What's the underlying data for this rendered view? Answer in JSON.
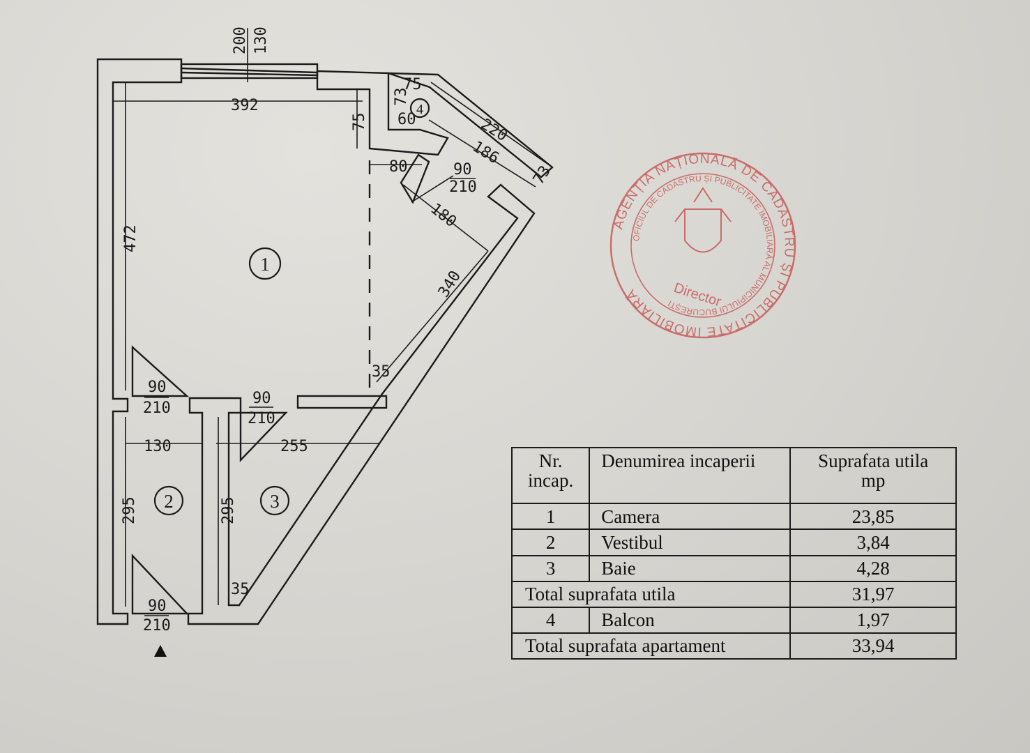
{
  "plan": {
    "window_fraction": {
      "num": "200",
      "den": "130"
    },
    "dimensions": {
      "d392": "392",
      "d75a": "75",
      "d75b": "75",
      "d73a": "73",
      "d60": "60",
      "d220": "220",
      "d186": "186",
      "d73b": "73",
      "d80": "80",
      "d180": "180",
      "d340": "340",
      "d472": "472",
      "d35a": "35",
      "d130": "130",
      "d255": "255",
      "d295a": "295",
      "d295b": "295",
      "d35b": "35"
    },
    "doors": {
      "balcony": {
        "num": "90",
        "den": "210"
      },
      "vestibule": {
        "num": "90",
        "den": "210"
      },
      "bath": {
        "num": "90",
        "den": "210"
      },
      "entrance": {
        "num": "90",
        "den": "210"
      }
    },
    "rooms": {
      "r1": "1",
      "r2": "2",
      "r3": "3",
      "r4": "4"
    }
  },
  "stamp": {
    "outer_text": "AGENȚIA NAȚIONALĂ DE CADASTRU ȘI PUBLICITATE IMOBILIARĂ",
    "inner_text": "OFICIUL DE CADASTRU ȘI PUBLICITATE IMOBILIARĂ AL MUNICIPIULUI BUCUREȘTI",
    "center_text": "Director",
    "color": "#c75a5a"
  },
  "table": {
    "headers": {
      "nr": "Nr.",
      "nr2": "incap.",
      "name": "Denumirea incaperii",
      "area": "Suprafata utila",
      "unit": "mp"
    },
    "rows": [
      {
        "nr": "1",
        "name": "Camera",
        "area": "23,85"
      },
      {
        "nr": "2",
        "name": "Vestibul",
        "area": "3,84"
      },
      {
        "nr": "3",
        "name": "Baie",
        "area": "4,28"
      }
    ],
    "total_useful": {
      "label": "Total suprafata utila",
      "area": "31,97"
    },
    "balcony": {
      "nr": "4",
      "name": "Balcon",
      "area": "1,97"
    },
    "total_apartment": {
      "label": "Total suprafata apartament",
      "area": "33,94"
    }
  }
}
